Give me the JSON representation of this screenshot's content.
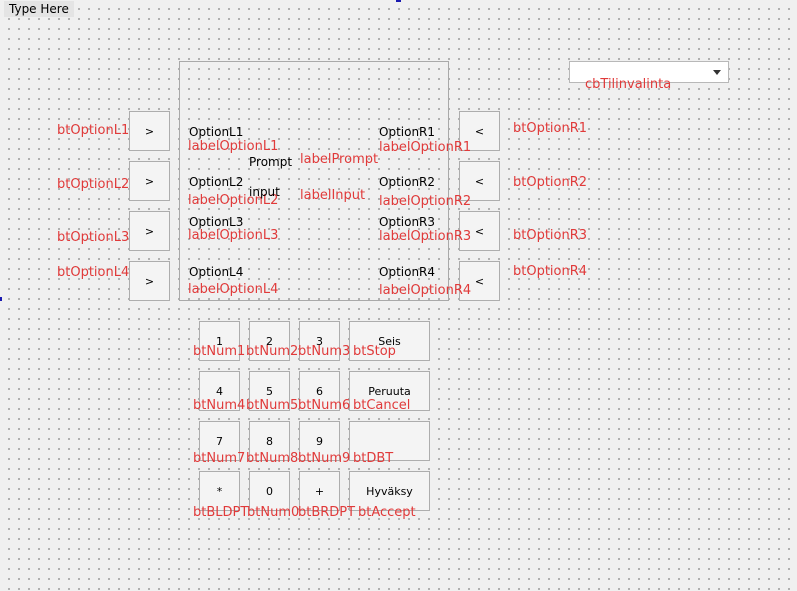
{
  "menubar": {
    "type_here": "Type Here"
  },
  "combo": {
    "label": "cbTilinvalinta"
  },
  "left_buttons": [
    {
      "text": ">",
      "name": "btOptionL1"
    },
    {
      "text": ">",
      "name": "btOptionL2"
    },
    {
      "text": ">",
      "name": "btOptionL3"
    },
    {
      "text": ">",
      "name": "btOptionL4"
    }
  ],
  "right_buttons": [
    {
      "text": "<",
      "name": "btOptionR1"
    },
    {
      "text": "<",
      "name": "btOptionR2"
    },
    {
      "text": "<",
      "name": "btOptionR3"
    },
    {
      "text": "<",
      "name": "btOptionR4"
    }
  ],
  "left_options": [
    {
      "text": "OptionL1",
      "name": "labelOptionL1"
    },
    {
      "text": "OptionL2",
      "name": "labelOptionL2"
    },
    {
      "text": "OptionL3",
      "name": "labelOptionL3"
    },
    {
      "text": "OptionL4",
      "name": "labelOptionL4"
    }
  ],
  "right_options": [
    {
      "text": "OptionR1",
      "name": "labelOptionR1"
    },
    {
      "text": "OptionR2",
      "name": "labelOptionR2"
    },
    {
      "text": "OptionR3",
      "name": "labelOptionR3"
    },
    {
      "text": "OptionR4",
      "name": "labelOptionR4"
    }
  ],
  "prompt": {
    "text": "Prompt",
    "name": "labelPrompt"
  },
  "input": {
    "text": "input",
    "name": "labelInput"
  },
  "keypad": [
    {
      "text": "1",
      "name": "btNum1"
    },
    {
      "text": "2",
      "name": "btNum2"
    },
    {
      "text": "3",
      "name": "btNum3"
    },
    {
      "text": "Seis",
      "name": "btStop"
    },
    {
      "text": "4",
      "name": "btNum4"
    },
    {
      "text": "5",
      "name": "btNum5"
    },
    {
      "text": "6",
      "name": "btNum6"
    },
    {
      "text": "Peruuta",
      "name": "btCancel"
    },
    {
      "text": "7",
      "name": "btNum7"
    },
    {
      "text": "8",
      "name": "btNum8"
    },
    {
      "text": "9",
      "name": "btNum9"
    },
    {
      "text": "",
      "name": "btDBT"
    },
    {
      "text": "*",
      "name": "btBLDPT"
    },
    {
      "text": "0",
      "name": "btNum0"
    },
    {
      "text": "+",
      "name": "btBRDPT"
    },
    {
      "text": "Hyväksy",
      "name": "btAccept"
    }
  ]
}
